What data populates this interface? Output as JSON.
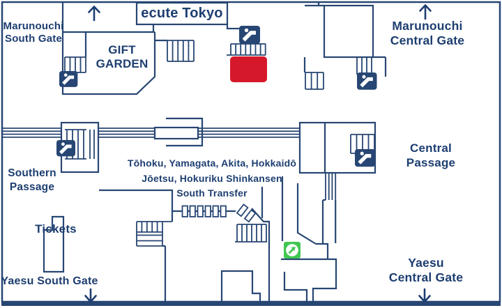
{
  "colors": {
    "wall": "#274673",
    "text": "#1d3e70",
    "background": "#ffffff",
    "highlight_red": "#d6182b",
    "icon_blue": "#274673",
    "icon_green": "#41c752"
  },
  "title": {
    "label": "ecute Tokyo"
  },
  "gates": {
    "marunouchi_south": {
      "line1": "Marunouchi",
      "line2": "South Gate",
      "direction": "up"
    },
    "marunouchi_central": {
      "line1": "Marunouchi",
      "line2": "Central Gate",
      "direction": "up"
    },
    "yaesu_south": {
      "line1": "Yaesu South Gate",
      "direction": "down"
    },
    "yaesu_central": {
      "line1": "Yaesu",
      "line2": "Central Gate",
      "direction": "down"
    }
  },
  "areas": {
    "gift_garden": {
      "line1": "GIFT",
      "line2": "GARDEN"
    },
    "southern_passage": {
      "line1": "Southern",
      "line2": "Passage"
    },
    "central_passage": {
      "line1": "Central",
      "line2": "Passage"
    },
    "tickets": {
      "label": "Tickets"
    }
  },
  "shinkansen_transfer": {
    "line1": "Tōhoku, Yamagata, Akita, Hokkaidō",
    "line2": "Jōetsu, Hokuriku Shinkansen",
    "line3": "South Transfer"
  },
  "icons": {
    "escalator": {
      "name": "escalator-icon",
      "color": "#274673",
      "count": 5
    },
    "escalator_green": {
      "name": "escalator-green-icon",
      "color": "#41c752",
      "count": 1
    }
  },
  "highlight_box": {
    "color": "#d6182b"
  }
}
